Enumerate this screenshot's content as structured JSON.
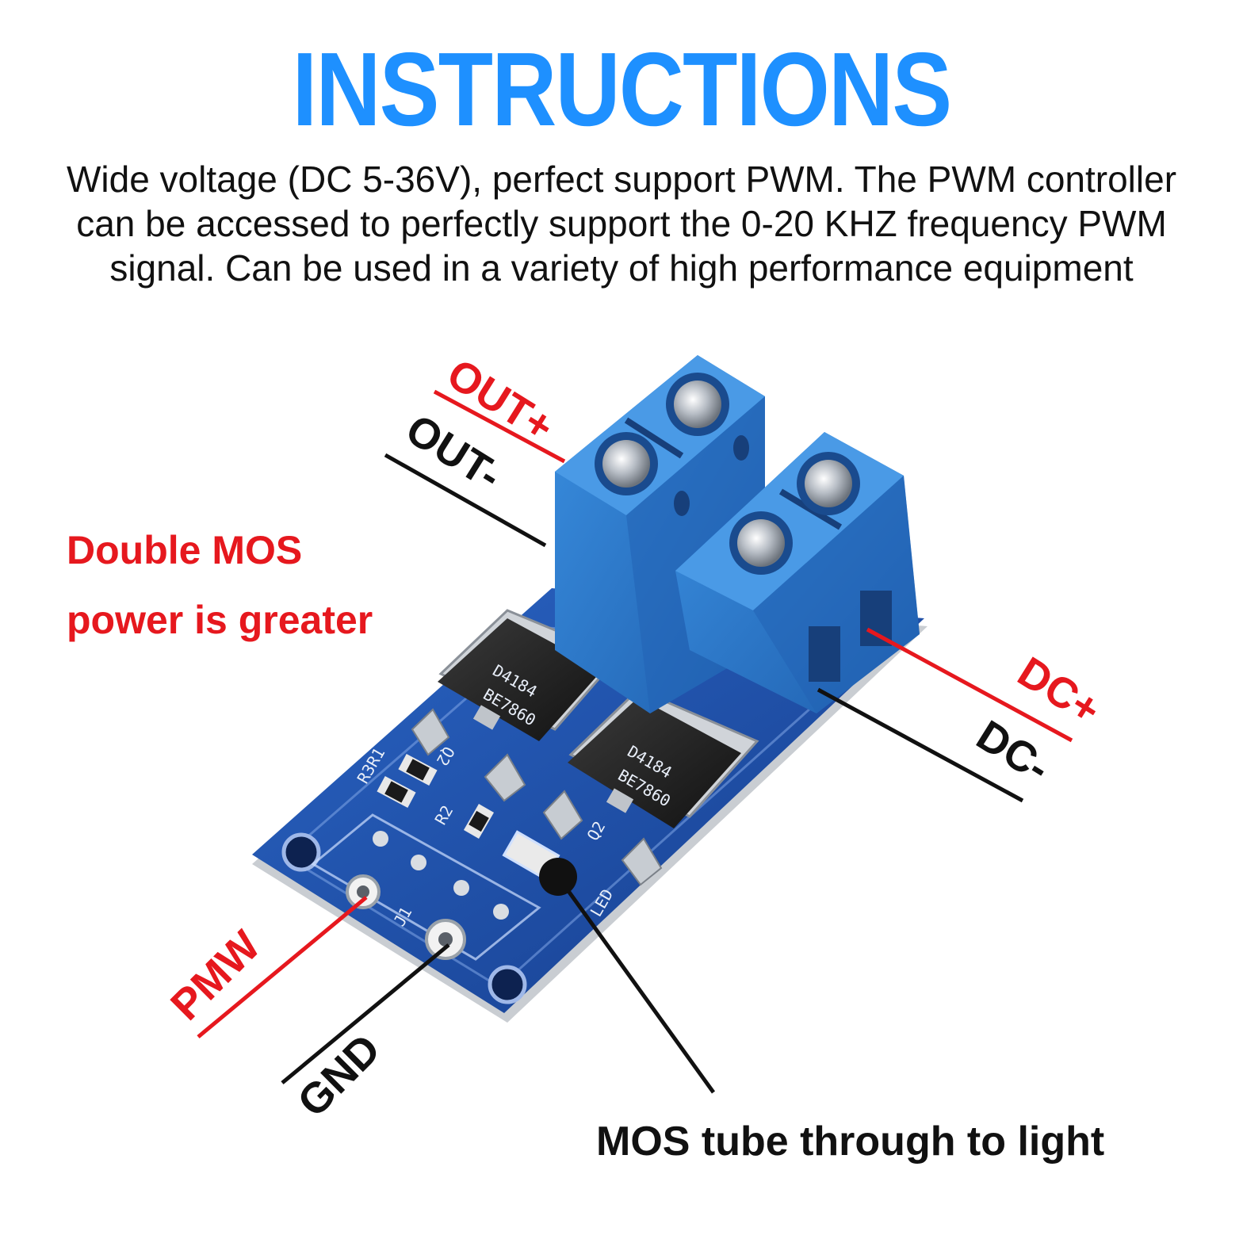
{
  "header": {
    "title": "INSTRUCTIONS",
    "description_lines": [
      "Wide voltage (DC 5-36V), perfect support PWM. The PWM controller",
      "can be accessed to perfectly support the 0-20 KHZ frequency PWM",
      "signal. Can be used in a variety of high performance equipment"
    ]
  },
  "callouts": {
    "double_mos": [
      "Double MOS",
      "power is greater"
    ],
    "mos_tube": "MOS tube through to light"
  },
  "terminals": {
    "out_plus": "OUT+",
    "out_minus": "OUT-",
    "dc_plus": "DC+",
    "dc_minus": "DC-",
    "pmw": "PMW",
    "gnd": "GND"
  },
  "board_markings": {
    "r3r1": "R3R1",
    "r2": "R2",
    "q2_a": "Q2",
    "q2_b": "Q2",
    "j1": "J1",
    "led": "LED",
    "chip_a": "D4184",
    "chip_a_code": "BE7860",
    "chip_b": "D4184",
    "chip_b_code": "BE7860"
  },
  "colors": {
    "title_blue": "#1e90ff",
    "label_red": "#e6181e",
    "label_black": "#111111",
    "pcb_blue": "#1f4fa6",
    "terminal_blue": "#2f7fd0"
  },
  "icons": {
    "led_dot": "filled-circle"
  }
}
